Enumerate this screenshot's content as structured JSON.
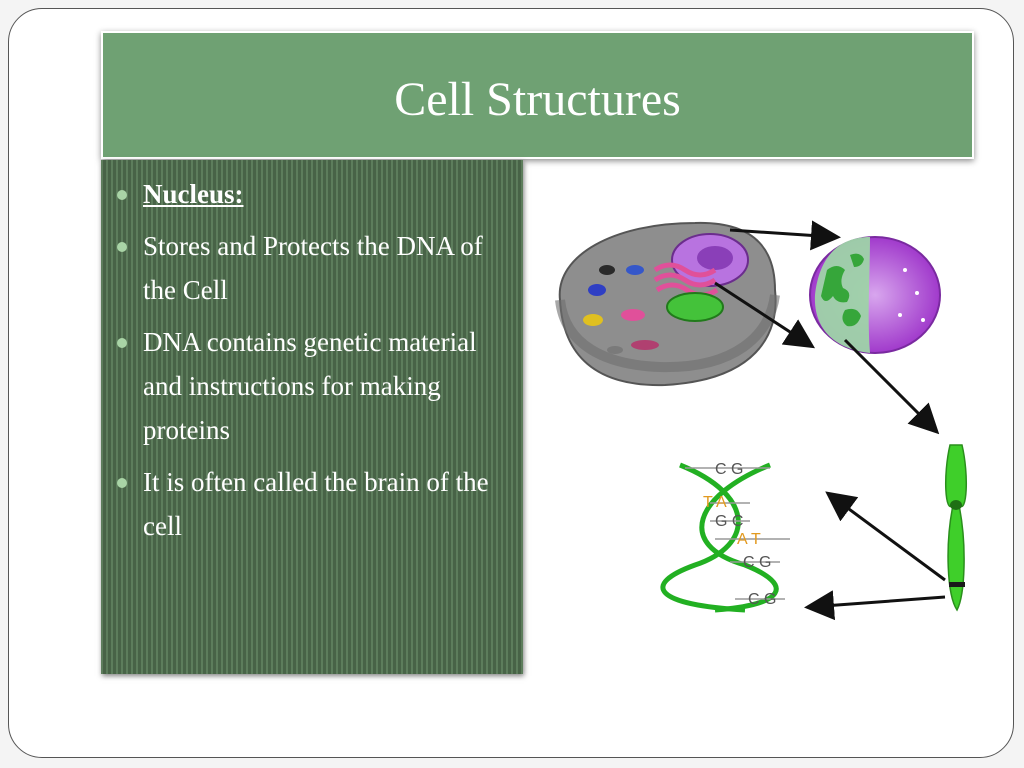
{
  "slide": {
    "title": "Cell Structures",
    "bullets": [
      {
        "text": "Nucleus:",
        "style": "heading"
      },
      {
        "text": "Stores and Protects the DNA of the Cell",
        "style": "normal"
      },
      {
        "text": "DNA contains genetic material and instructions for making proteins",
        "style": "normal"
      },
      {
        "text": "It is often called the brain of the cell",
        "style": "normal"
      }
    ]
  },
  "diagram": {
    "dna_pairs": [
      "C G",
      "T A",
      "G C",
      "A T",
      "C G",
      "C G"
    ],
    "colors": {
      "title_bar": "#6fa173",
      "panel": "#4e6b4e",
      "bullet": "#a9d4a6",
      "dna_strand": "#22b022",
      "chromosome": "#3fcf2a",
      "nucleus": "#b660d8"
    },
    "icons": [
      "cell-illustration",
      "nucleus-illustration",
      "chromosome-illustration",
      "dna-helix-illustration",
      "arrow-icon"
    ]
  }
}
